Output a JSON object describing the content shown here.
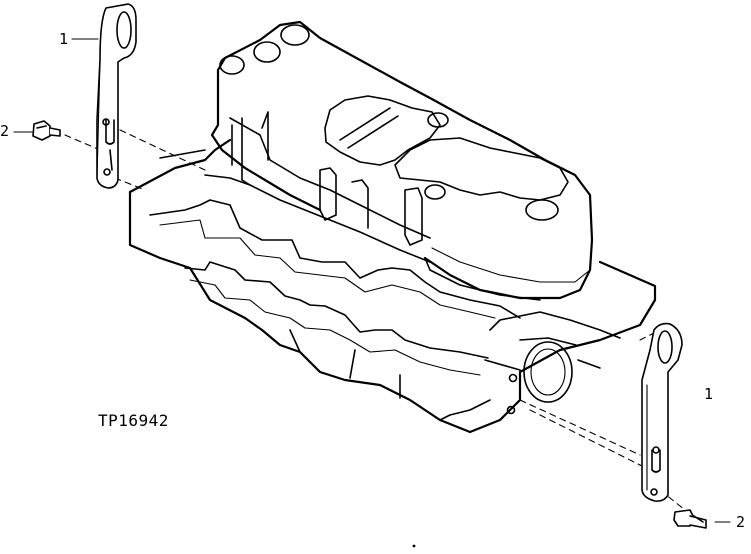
{
  "figure": {
    "id_label": "TP16942",
    "callouts": {
      "bracket_top": "1",
      "bolt_left": "2",
      "bracket_right": "1",
      "bolt_right": "2"
    }
  }
}
